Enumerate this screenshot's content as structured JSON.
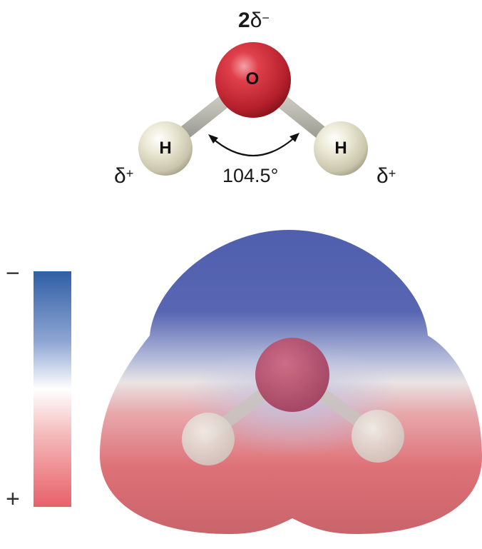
{
  "ball_and_stick": {
    "oxygen_label": "O",
    "hydrogen_label": "H",
    "oxygen_charge_coeff": "2",
    "oxygen_charge_symbol": "δ",
    "oxygen_charge_sign": "−",
    "hydrogen_charge_symbol": "δ",
    "hydrogen_charge_sign": "+",
    "bond_angle": "104.5°"
  },
  "potential_map": {
    "scale_negative_label": "−",
    "scale_positive_label": "+",
    "scale_colors": [
      "#2f5fa5",
      "#8fa6d4",
      "#ffffff",
      "#f4b8b8",
      "#e8606a"
    ]
  },
  "colors": {
    "oxygen": "#d0303c",
    "hydrogen": "#e8e6d2",
    "bond": "#bdbdb4",
    "negative": "#4f5fae",
    "positive": "#e45a62"
  }
}
